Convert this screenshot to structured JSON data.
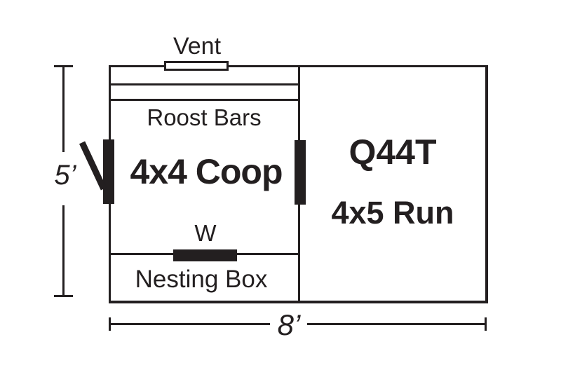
{
  "diagram": {
    "type": "chicken-coop-floor-plan",
    "labels": {
      "vent": "Vent",
      "roost_bars": "Roost Bars",
      "coop": "4x4 Coop",
      "model": "Q44T",
      "run": "4x5 Run",
      "window": "W",
      "nesting_box": "Nesting Box",
      "height_dimension": "5’",
      "width_dimension": "8’"
    },
    "colors": {
      "ink": "#231f20",
      "background": "#ffffff"
    }
  }
}
